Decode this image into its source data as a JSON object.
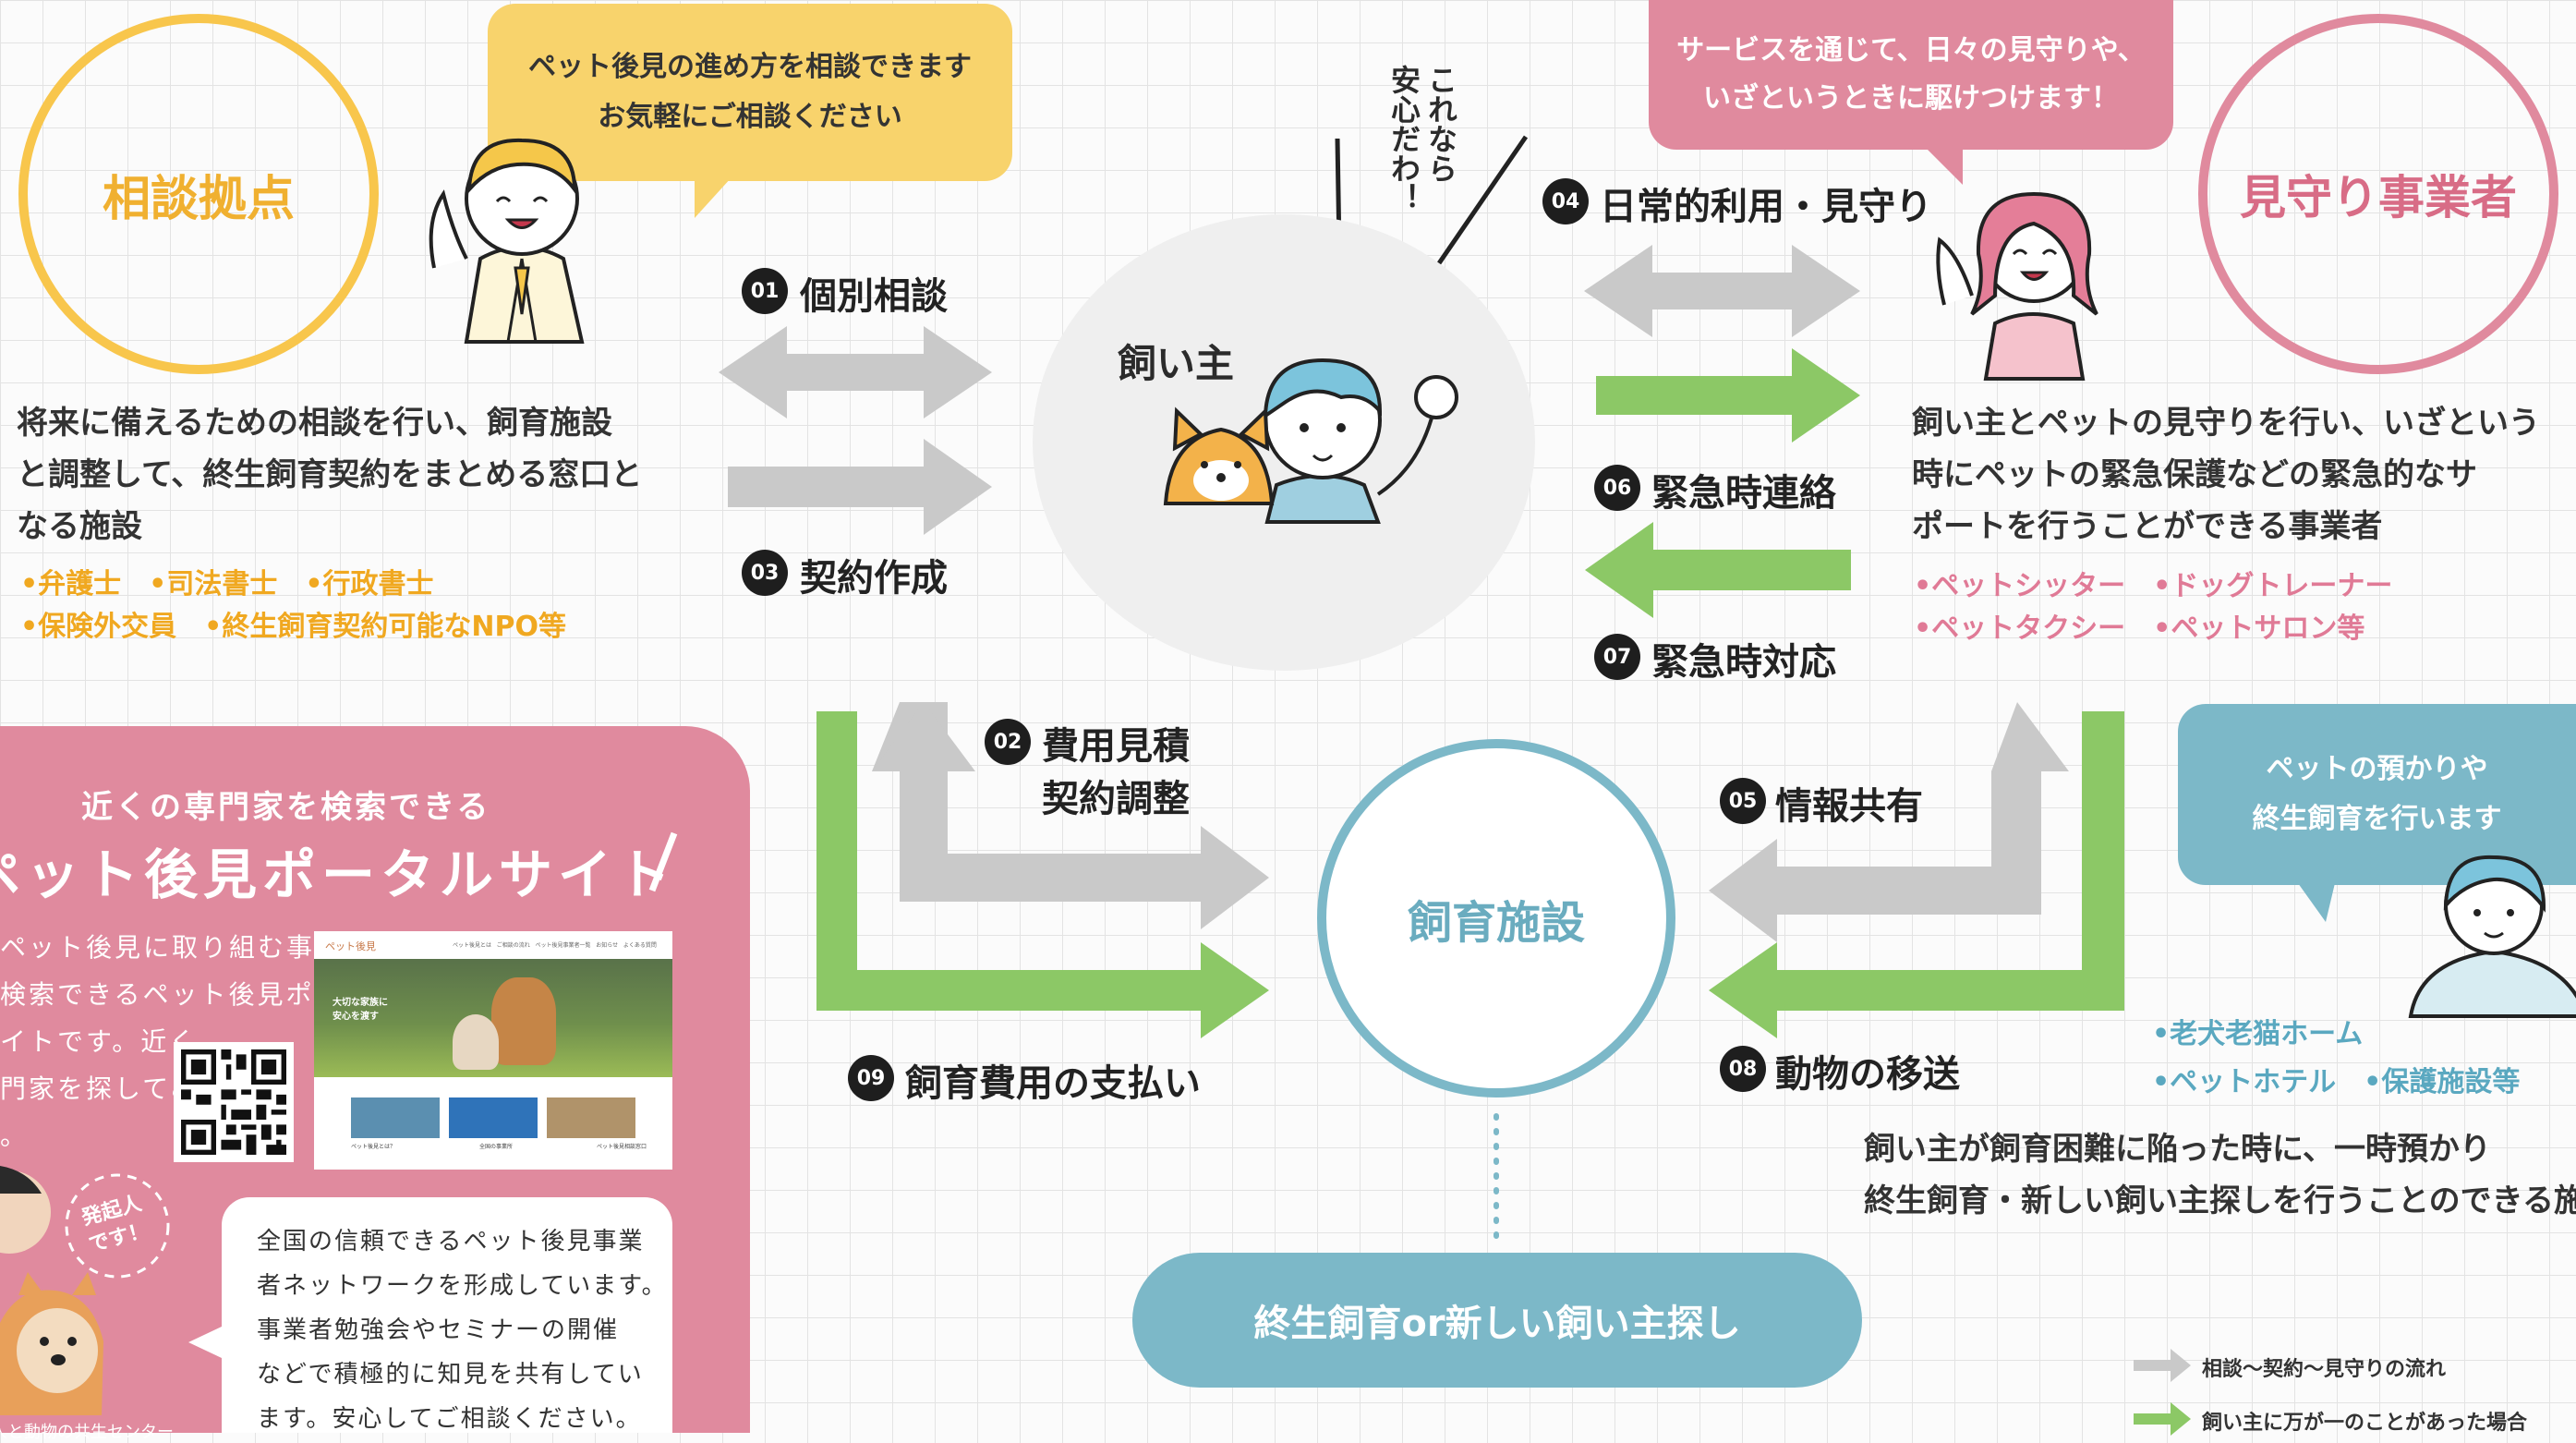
{
  "colors": {
    "grey_arrow": "#c9c9c9",
    "green_arrow": "#8cc866",
    "yellow": "#f8c64c",
    "pink": "#e08a9e",
    "teal": "#7cb8c8",
    "center_bg": "#efefef"
  },
  "nodes": {
    "consult": {
      "label": "相談拠点",
      "desc": [
        "将来に備えるための相談を行い、飼育施設",
        "と調整して、終生飼育契約をまとめる窓口と",
        "なる施設"
      ],
      "tags": "•弁護士　•司法書士　•行政書士\n•保険外交員　•終生飼育契約可能なNPO等",
      "bubble": [
        "ペット後見の進め方を相談できます",
        "お気軽にご相談ください"
      ]
    },
    "owner": {
      "label": "飼い主",
      "vertical_text": [
        "これなら",
        "安心だわ！"
      ]
    },
    "watch": {
      "label": "見守り事業者",
      "desc": [
        "飼い主とペットの見守りを行い、いざという",
        "時にペットの緊急保護などの緊急的なサ",
        "ポートを行うことができる事業者"
      ],
      "tags": "•ペットシッター　•ドッグトレーナー\n•ペットタクシー　•ペットサロン等",
      "bubble": [
        "サービスを通じて、日々の見守りや、",
        "いざというときに駆けつけます！"
      ]
    },
    "facility": {
      "label": "飼育施設",
      "desc": [
        "飼い主が飼育困難に陥った時に、一時預かり",
        "終生飼育・新しい飼い主探しを行うことのできる施設"
      ],
      "tags": "•老犬老猫ホーム\n•ペットホテル　•保護施設等",
      "bubble": [
        "ペットの預かりや",
        "終生飼育を行います"
      ]
    },
    "result": {
      "label": "終生飼育or新しい飼い主探し"
    }
  },
  "steps": [
    {
      "num": "01",
      "label": "個別相談"
    },
    {
      "num": "02",
      "label": "費用見積",
      "label2": "契約調整"
    },
    {
      "num": "03",
      "label": "契約作成"
    },
    {
      "num": "04",
      "label": "日常的利用・見守り"
    },
    {
      "num": "05",
      "label": "情報共有"
    },
    {
      "num": "06",
      "label": "緊急時連絡"
    },
    {
      "num": "07",
      "label": "緊急時対応"
    },
    {
      "num": "08",
      "label": "動物の移送"
    },
    {
      "num": "09",
      "label": "飼育費用の支払い"
    }
  ],
  "portal": {
    "subtitle": "近くの専門家を検索できる",
    "title": "ペット後見ポータルサイト",
    "text": [
      "ペット後見に取り組む事",
      "検索できるペット後見ポー",
      "イトです。近く",
      "門家を探してみ",
      "。"
    ],
    "founder": [
      "発起人",
      "です！"
    ],
    "caption": "人と動物の共生センター",
    "network": [
      "全国の信頼できるペット後見事業",
      "者ネットワークを形成しています。",
      "事業者勉強会やセミナーの開催",
      "などで積極的に知見を共有してい",
      "ます。安心してご相談ください。"
    ],
    "site_logo": "ペット後見",
    "site_hero": [
      "大切な家族に",
      "安心を渡す"
    ],
    "site_nav": [
      "ペット後見とは",
      "ご相談の流れ",
      "ペット後見事業者一覧",
      "お知らせ",
      "よくある質問"
    ],
    "site_cards": [
      "ペット後見とは？",
      "全国の事業所",
      "ペット後見相談窓口"
    ]
  },
  "legend": [
    {
      "color": "grey",
      "label": "相談～契約～見守りの流れ"
    },
    {
      "color": "green",
      "label": "飼い主に万が一のことがあった場合"
    }
  ]
}
